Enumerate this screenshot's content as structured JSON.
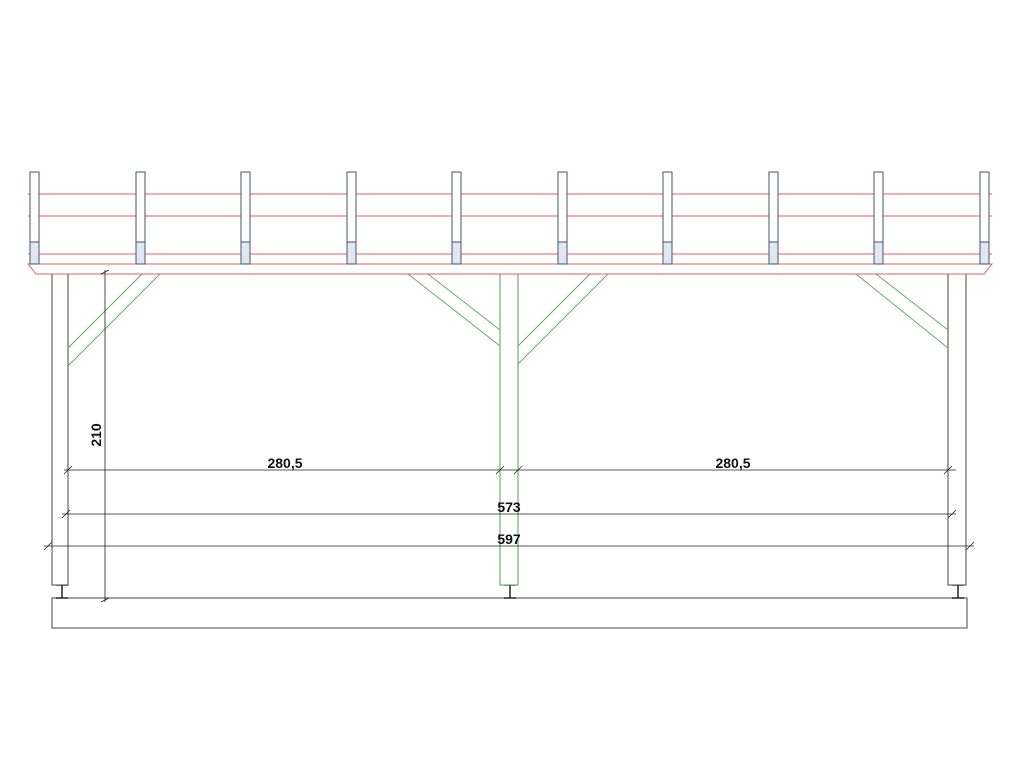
{
  "colors": {
    "outline": "#444444",
    "rafter_fill": "#dfe8f2",
    "rafter_stroke": "#4a5668",
    "purlin": "#e06060",
    "brace": "#6aa86a",
    "center_post": "#5a9a5a",
    "dimension": "#222222"
  },
  "dimensions": {
    "height": "210",
    "span_left": "280,5",
    "span_right": "280,5",
    "inner_width": "573",
    "outer_width": "597"
  }
}
